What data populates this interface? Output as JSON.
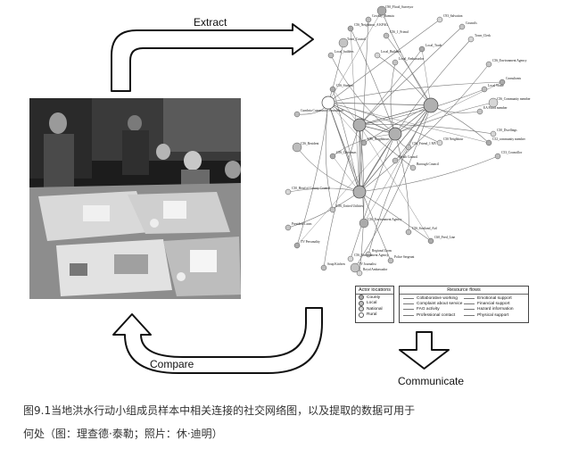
{
  "arrows": {
    "extract_label": "Extract",
    "compare_label": "Compare",
    "communicate_label": "Communicate"
  },
  "legend_actor": {
    "title": "Actor locations",
    "items": [
      {
        "label": "County",
        "color": "#aaaaaa"
      },
      {
        "label": "Local",
        "color": "#bdbdbd"
      },
      {
        "label": "National",
        "color": "#d6d6d6"
      },
      {
        "label": "Rural",
        "color": "#ffffff"
      }
    ]
  },
  "legend_flows": {
    "title": "Resource flows",
    "left": [
      "Collaborative working",
      "Complaint about service",
      "FAG activity",
      "Professional contact"
    ],
    "right": [
      "Emotional support",
      "Financial support",
      "Hazard information",
      "Physical support"
    ]
  },
  "network_labels": [
    "C90_Flood_Surveyor",
    "Cowbay_Ramstu",
    "C93_Salvation",
    "Councils",
    "C56_Neighbour_A KFAG",
    "C56_1_Friend",
    "Town_Clerk",
    "Town_Council",
    "Local_Trade",
    "Local_builders",
    "Local_Builders",
    "C56_Environment Agency",
    "Consultants",
    "Local Waste",
    "C56_Community member",
    "EA Flood member",
    "C56_Student",
    "Cumbria Community Foundation",
    "C50_Dwellings",
    "C56_Friend_1 MV",
    "C56_Neighbours",
    "C56_Resident",
    "C50 Neighbour",
    "Borough Council",
    "C56_Christmas",
    "Parish Council",
    "C50_Head of County Council",
    "C56_United Utilities",
    "C56_Environment Agency",
    "C56_Scotland_Aid",
    "Regional Lions",
    "President Lions",
    "TV Personality",
    "Soup Kitchen",
    "C56_Environment Agency",
    "TV Journalist",
    "C60_Feed_Line",
    "Police Sergeant",
    "Royal Ambassador",
    "Local_Ambassador",
    "C52_community member",
    "C53_Councillor"
  ],
  "caption": {
    "line1": "图9.1当地洪水行动小组成员样本中相关连接的社交网络图，以及提取的数据可用于",
    "line2": "何处（图：理查德·泰勒；照片：休·迪明）"
  }
}
